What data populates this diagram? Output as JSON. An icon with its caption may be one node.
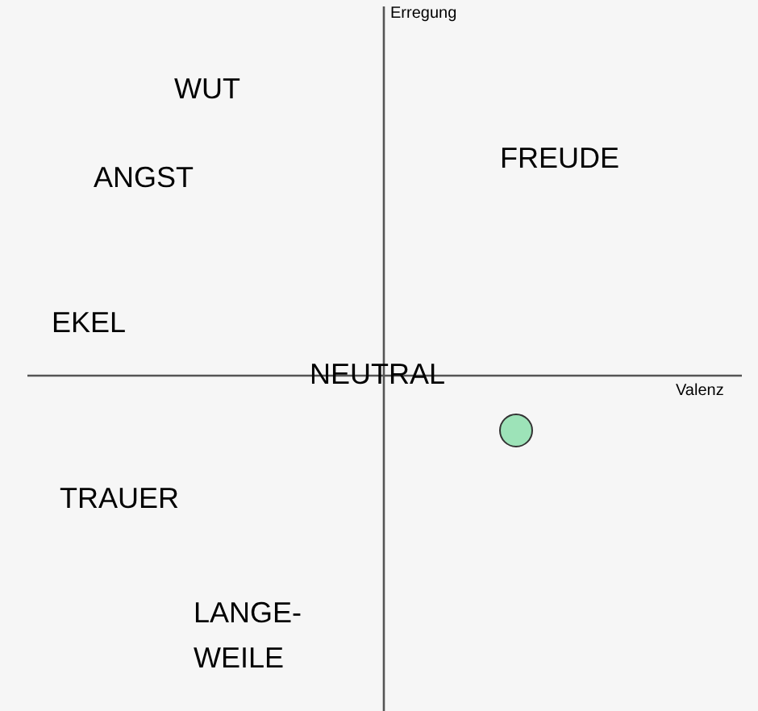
{
  "diagram": {
    "nodes": [
      {
        "text": [],
        "shape": "circle"
      }
    ],
    "labels": [
      "Erregung",
      "WUT",
      "FREUDE",
      "ANGST",
      "EKEL",
      "NEUTRAL",
      "Valenz",
      "TRAUER",
      "LANGE- WEILE"
    ]
  }
}
